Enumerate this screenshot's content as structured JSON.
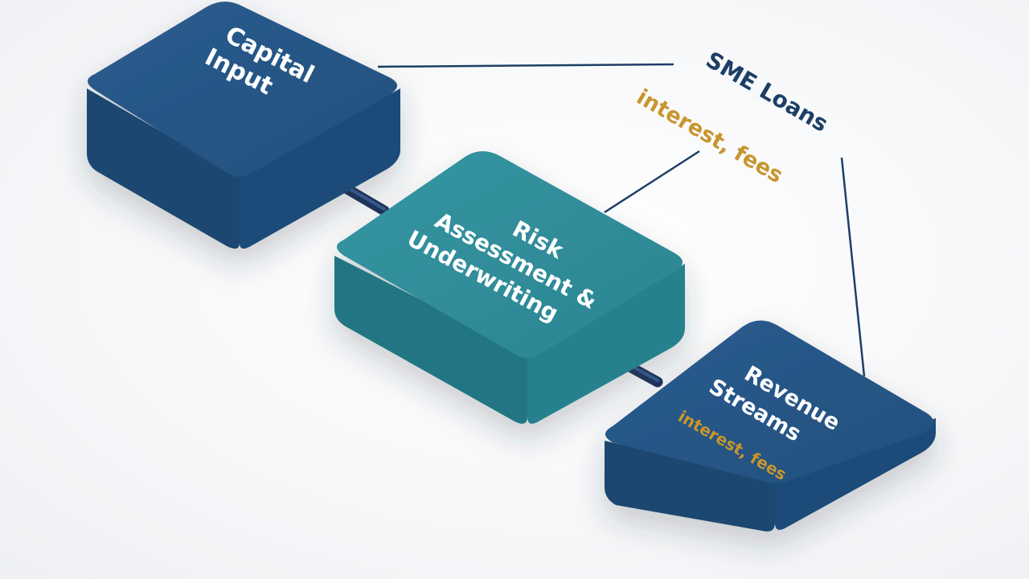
{
  "diagram": {
    "nodes": {
      "capital_input": {
        "line1": "Capital",
        "line2": "Input",
        "color": "#245382"
      },
      "risk": {
        "line1": "Risk",
        "line2": "Assessment &",
        "line3": "Underwriting",
        "color": "#2e8896"
      },
      "revenue": {
        "line1": "Revenue",
        "line2": "Streams",
        "sub": "interest, fees",
        "color": "#245382"
      }
    },
    "labels": {
      "sme_loans": "SME Loans",
      "interest_fees": "interest, fees"
    },
    "colors": {
      "accent_gold": "#c8962f",
      "line": "#1d3f66",
      "connector": "#27406e"
    }
  }
}
